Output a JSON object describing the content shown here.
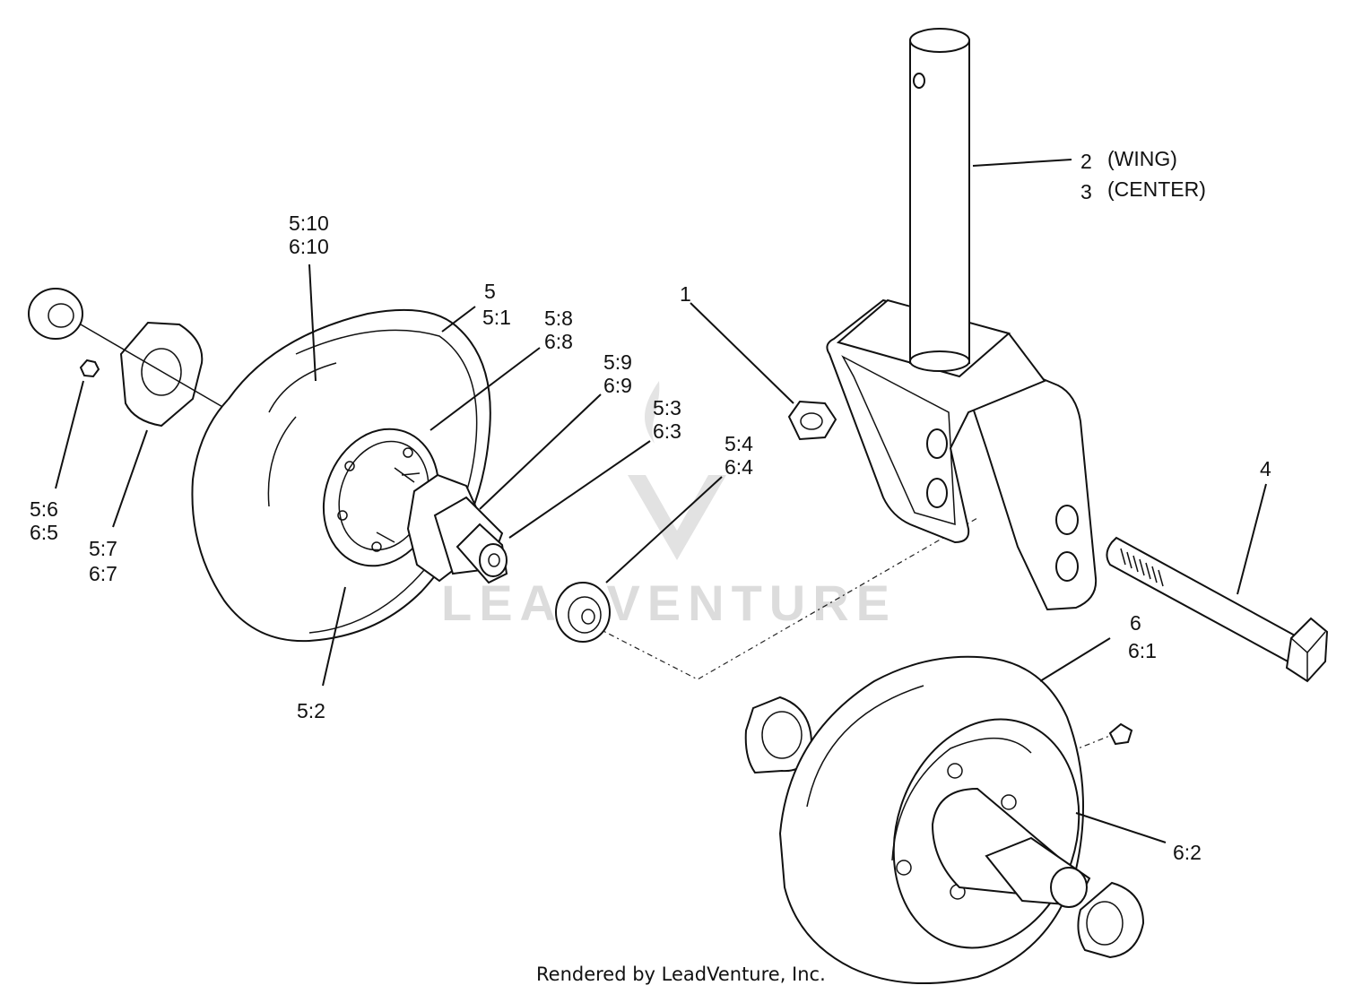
{
  "watermark": {
    "text": "LEADVENTURE"
  },
  "footer": {
    "text": "Rendered by LeadVenture, Inc."
  },
  "labels": {
    "l1": "1",
    "l2": "2",
    "l2_desc": "(WING)",
    "l3": "3",
    "l3_desc": "(CENTER)",
    "l4": "4",
    "l5": "5",
    "l5_1": "5:1",
    "l5_10": "5:10",
    "l6_10": "6:10",
    "l5_8": "5:8",
    "l6_8": "6:8",
    "l5_9": "5:9",
    "l6_9": "6:9",
    "l5_3": "5:3",
    "l6_3": "6:3",
    "l5_4": "5:4",
    "l6_4": "6:4",
    "l5_6": "5:6",
    "l6_5": "6:5",
    "l5_7": "5:7",
    "l6_7": "6:7",
    "l5_2": "5:2",
    "l6": "6",
    "l6_1": "6:1",
    "l6_2": "6:2"
  }
}
